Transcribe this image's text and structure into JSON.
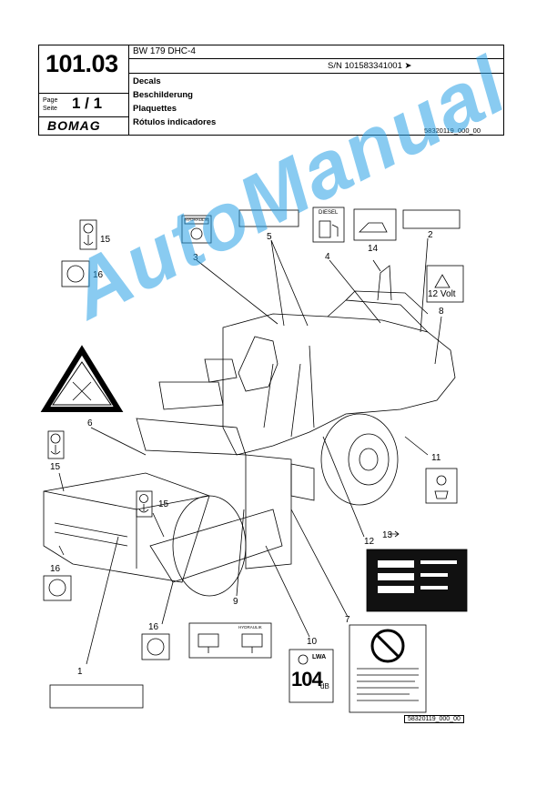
{
  "header": {
    "doc_number": "101.03",
    "page_label_1": "Page",
    "page_label_2": "Seite",
    "page_number": "1 / 1",
    "brand": "BOMAG",
    "model": "BW 179 DHC-4",
    "serial": "S/N 101583341001 ➤",
    "titles": [
      "Decals",
      "Beschilderung",
      "Plaquettes",
      "Rótulos indicadores"
    ],
    "doc_id": "58320119_000_00"
  },
  "decals": {
    "hydraulik": "HYDRAULIK",
    "diesel": "DIESEL",
    "volt": "12 Volt",
    "lwa": "LWA",
    "db_value": "104",
    "db_unit": "dB",
    "hydraulik2": "HYDRAULIK"
  },
  "callouts": {
    "c1": "1",
    "c2": "2",
    "c3": "3",
    "c4": "4",
    "c5": "5",
    "c6": "6",
    "c7": "7",
    "c8": "8",
    "c9": "9",
    "c10": "10",
    "c11": "11",
    "c12": "12",
    "c13": "13",
    "c14": "14",
    "c15a": "15",
    "c15b": "15",
    "c15c": "15",
    "c16a": "16",
    "c16b": "16",
    "c16c": "16"
  },
  "watermark": "AutoManual",
  "footer_id": "58320119_000_00"
}
